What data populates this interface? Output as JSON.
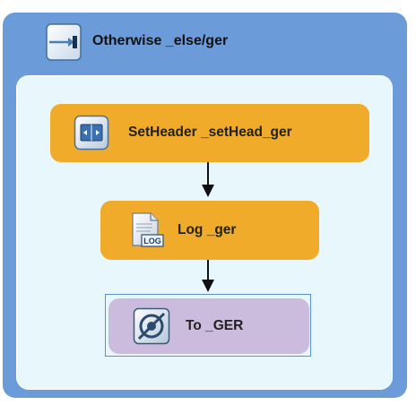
{
  "container": {
    "title": "Otherwise _else/ger",
    "icon": "otherwise-icon"
  },
  "nodes": [
    {
      "label": "SetHeader _setHead_ger",
      "icon": "set-header-icon",
      "color": "#f0ab2a"
    },
    {
      "label": "Log _ger",
      "icon": "log-icon",
      "icon_text": "LOG",
      "color": "#f0ab2a"
    },
    {
      "label": "To _GER",
      "icon": "endpoint-icon",
      "color": "#cbbcdd",
      "selected": true
    }
  ],
  "colors": {
    "container": "#6b9bd8",
    "body": "#e8f7fc",
    "step": "#f0ab2a",
    "endpoint": "#cbbcdd",
    "selection": "#5b8fd6"
  }
}
